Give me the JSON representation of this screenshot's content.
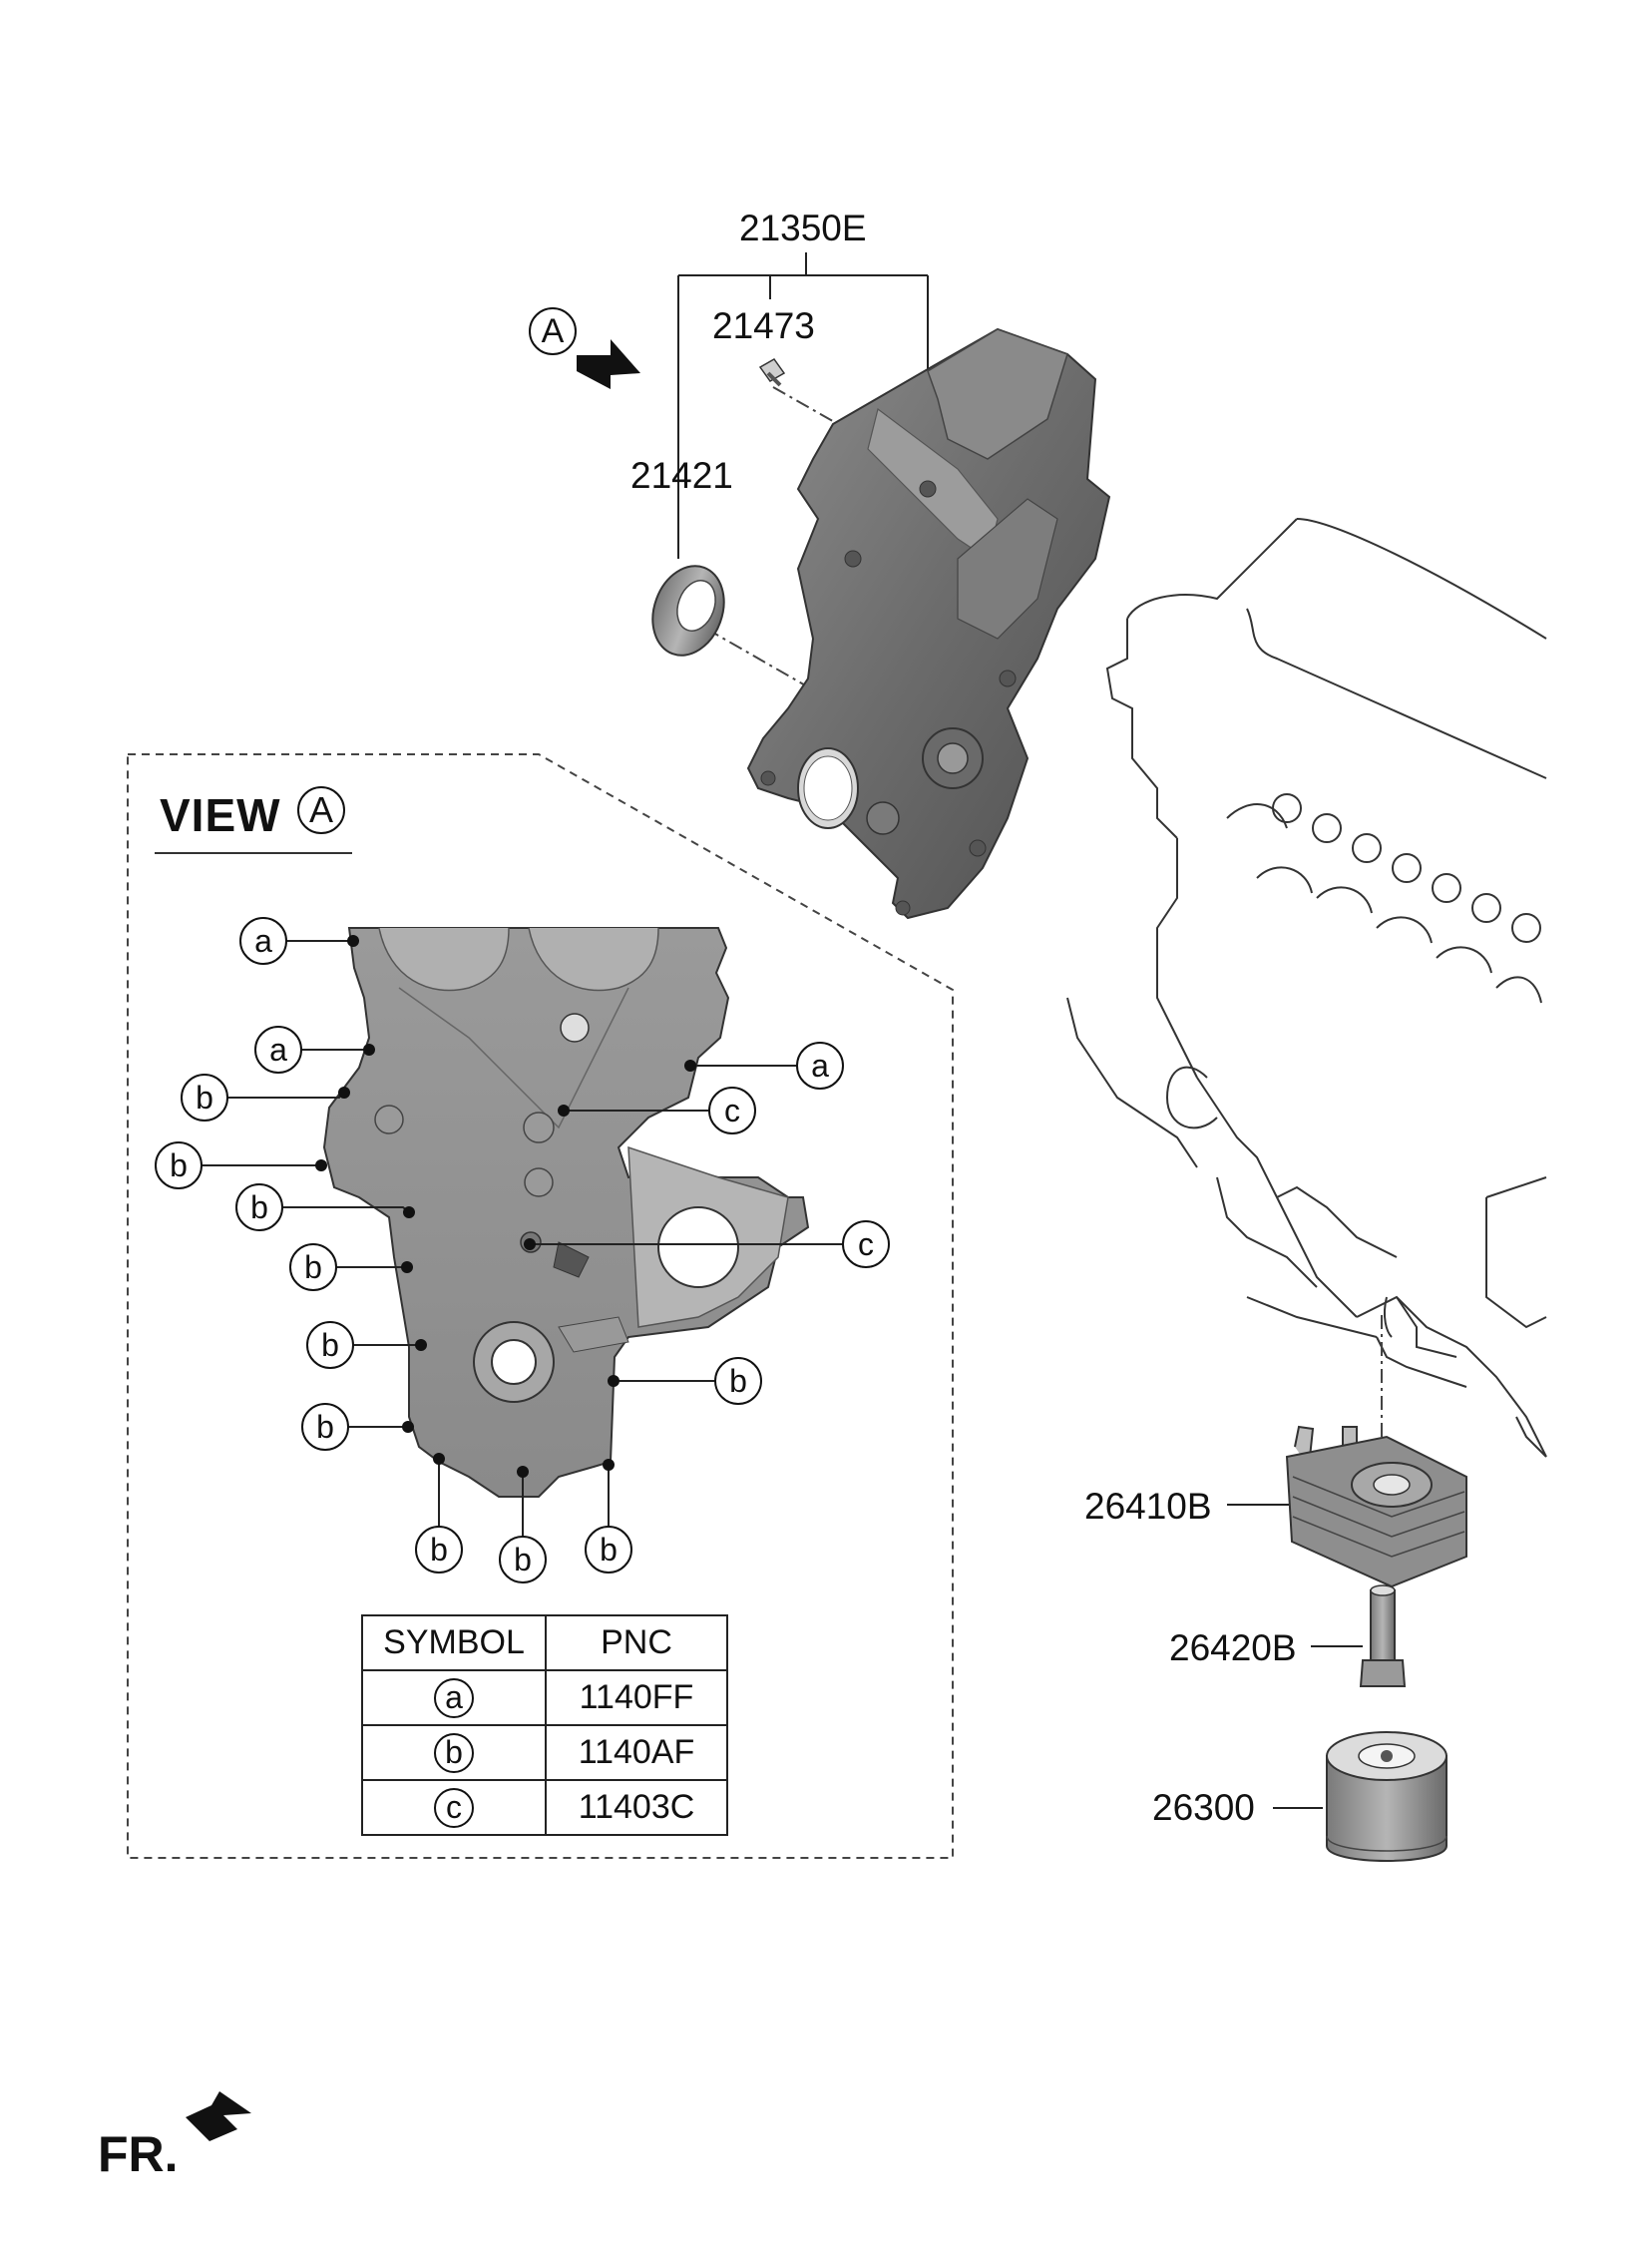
{
  "callouts": {
    "cover_assembly": "21350E",
    "bolt": "21473",
    "seal": "21421",
    "oil_cooler": "26410B",
    "cooler_bolt": "26420B",
    "oil_filter": "26300"
  },
  "view": {
    "title": "VIEW",
    "ref": "A"
  },
  "arrow_ref": "A",
  "front_indicator": "FR.",
  "markers": [
    "a",
    "a",
    "a",
    "b",
    "b",
    "b",
    "b",
    "b",
    "b",
    "b",
    "b",
    "b",
    "b",
    "c",
    "c"
  ],
  "pnc_table": {
    "headers": [
      "SYMBOL",
      "PNC"
    ],
    "rows": [
      {
        "symbol": "a",
        "pnc": "1140FF"
      },
      {
        "symbol": "b",
        "pnc": "1140AF"
      },
      {
        "symbol": "c",
        "pnc": "11403C"
      }
    ]
  }
}
